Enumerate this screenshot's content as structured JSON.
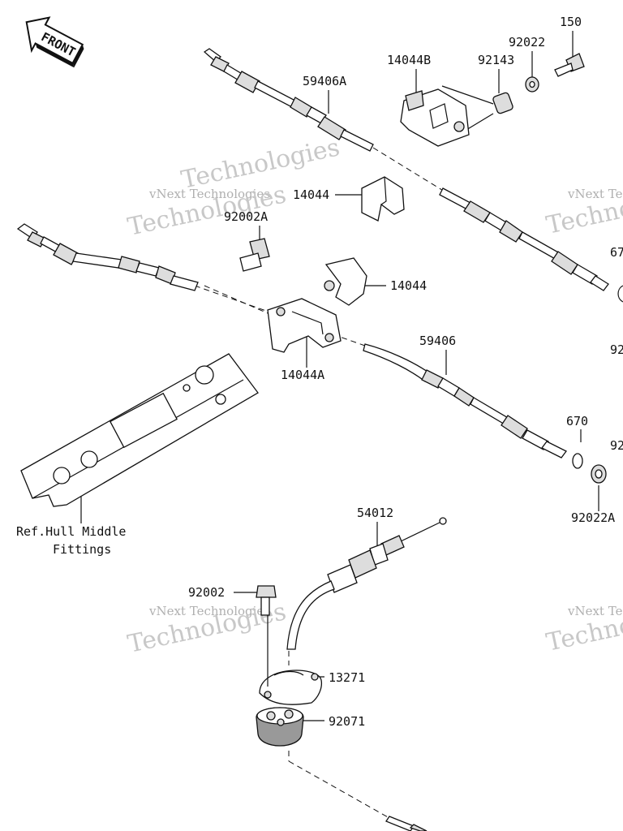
{
  "front_badge": "FRONT",
  "watermark": {
    "brand": "vNext Technologies",
    "word": "Technologies"
  },
  "labels": {
    "p150": "150",
    "p92022": "92022",
    "p14044B": "14044B",
    "p92143": "92143",
    "p59406A": "59406A",
    "p14044_top": "14044",
    "p92002A": "92002A",
    "p14044_mid": "14044",
    "p14044A": "14044A",
    "p59406": "59406",
    "p670": "670",
    "p92022A": "92022A",
    "p54012": "54012",
    "p92002": "92002",
    "p13271": "13271",
    "p92071": "92071",
    "ref_line1": "Ref.Hull Middle",
    "ref_line2": "Fittings",
    "edge_67": "67",
    "edge_92a": "92",
    "edge_92b": "92"
  }
}
